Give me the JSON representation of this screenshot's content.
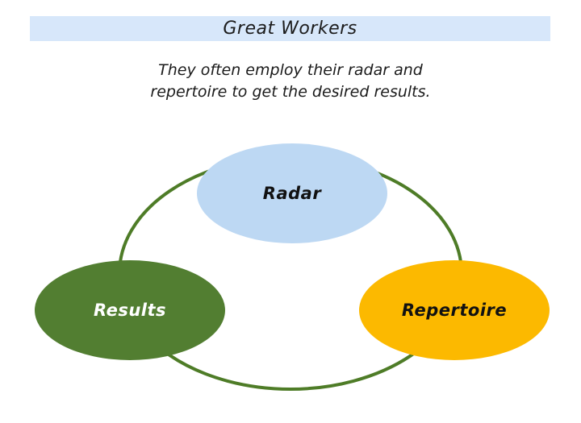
{
  "title": {
    "text": "Great Workers"
  },
  "subtitle": {
    "line1": "They often employ their radar and",
    "line2": "repertoire to get the desired results."
  },
  "diagram": {
    "type": "cycle",
    "connector_color": "#4e7c27",
    "nodes": [
      {
        "label": "Radar",
        "fill": "#bdd8f3",
        "text_color": "#111111",
        "position": "top-center"
      },
      {
        "label": "Results",
        "fill": "#527e31",
        "text_color": "#ffffff",
        "position": "bottom-left"
      },
      {
        "label": "Repertoire",
        "fill": "#fcb900",
        "text_color": "#111111",
        "position": "bottom-right"
      }
    ]
  },
  "colors": {
    "banner_bg": "#d7e7fa",
    "background": "#ffffff",
    "text_dark": "#1b1b1b"
  }
}
